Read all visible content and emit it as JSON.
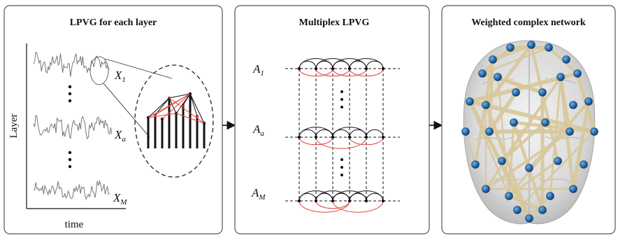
{
  "panels": {
    "left": {
      "title": "LPVG for each layer",
      "y_axis_label": "Layer",
      "x_axis_label": "time",
      "series_labels": [
        {
          "main": "X",
          "sub": "1"
        },
        {
          "main": "X",
          "sub": "a"
        },
        {
          "main": "X",
          "sub": "M"
        }
      ]
    },
    "middle": {
      "title": "Multiplex LPVG",
      "layer_labels": [
        {
          "main": "A",
          "sub": "1"
        },
        {
          "main": "A",
          "sub": "a"
        },
        {
          "main": "A",
          "sub": "M"
        }
      ]
    },
    "right": {
      "title": "Weighted complex network"
    }
  },
  "colors": {
    "panel_border": "#555555",
    "signal": "#777777",
    "edge_red": "#e0463c",
    "edge_black": "#111111",
    "node_blue": "#2a6fb0",
    "tube_beige": "#d8c89c",
    "brain_gray": "#c9c9c9"
  },
  "icons": {
    "arrow_1": "right-arrow-icon",
    "arrow_2": "right-arrow-icon"
  }
}
